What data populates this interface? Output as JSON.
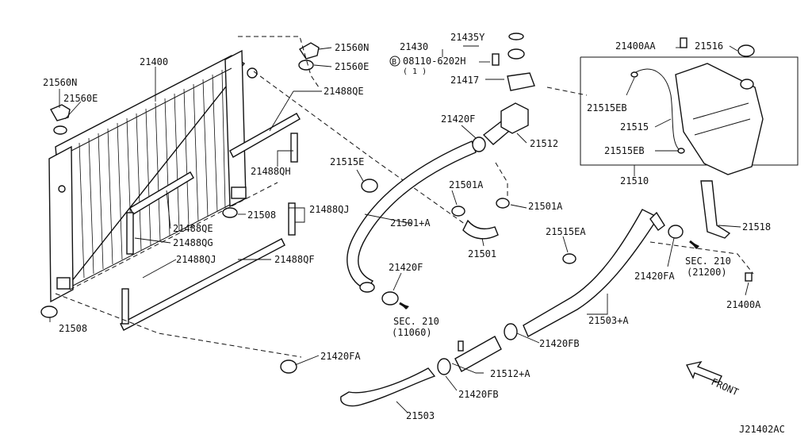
{
  "diagram_id": "J21402AC",
  "labels": {
    "p21400": "21400",
    "p21560N_l": "21560N",
    "p21560E_l": "21560E",
    "p21560N_r": "21560N",
    "p21560E_r": "21560E",
    "p21488QE_t": "21488QE",
    "p21488QH": "21488QH",
    "p21488QE_m": "21488QE",
    "p21488QG": "21488QG",
    "p21488QJ_l": "21488QJ",
    "p21488QJ_r": "21488QJ",
    "p21488QF": "21488QF",
    "p21508_r": "21508",
    "p21508_b": "21508",
    "p21430": "21430",
    "p21435Y": "21435Y",
    "bolt": "08110-6202H",
    "bolt_sym": "B",
    "bolt_qty": "( 1 )",
    "p21417": "21417",
    "p21420F_t": "21420F",
    "p21512": "21512",
    "p21515E": "21515E",
    "p21501A_l": "21501A",
    "p21501A_r": "21501A",
    "p21501plusA": "21501+A",
    "p21501": "21501",
    "p21420F_b": "21420F",
    "sec210_l": "SEC. 210",
    "sec210_l_sub": "(11060)",
    "p21515EA": "21515EA",
    "p21400AA": "21400AA",
    "p21516": "21516",
    "p21515EB_t": "21515EB",
    "p21515": "21515",
    "p21515EB_b": "21515EB",
    "p21510": "21510",
    "p21518": "21518",
    "p21420FA_r": "21420FA",
    "sec210_r": "SEC. 210",
    "sec210_r_sub": "(21200)",
    "p21400A": "21400A",
    "p21503plusA": "21503+A",
    "p21420FB_r": "21420FB",
    "p21512plusA": "21512+A",
    "p21420FA_b": "21420FA",
    "p21420FB_b": "21420FB",
    "p21503": "21503",
    "front": "FRONT"
  }
}
